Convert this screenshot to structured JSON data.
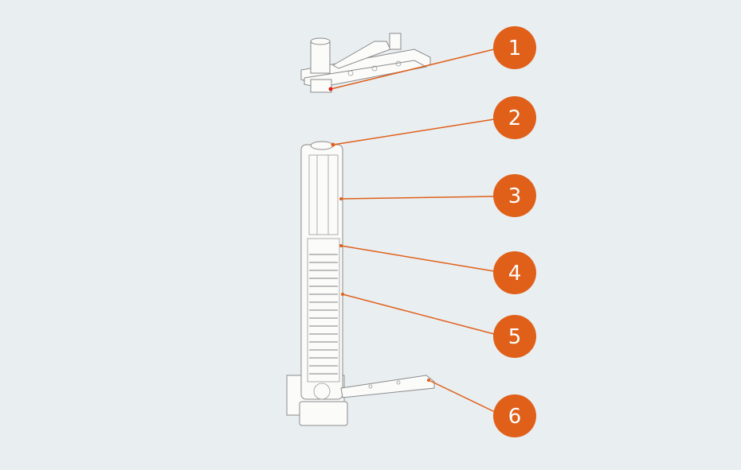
{
  "accent_color": "#e0601a",
  "dot_color_first": "#e02020",
  "callouts": [
    {
      "label": "1"
    },
    {
      "label": "2"
    },
    {
      "label": "3"
    },
    {
      "label": "4"
    },
    {
      "label": "5"
    },
    {
      "label": "6"
    }
  ]
}
